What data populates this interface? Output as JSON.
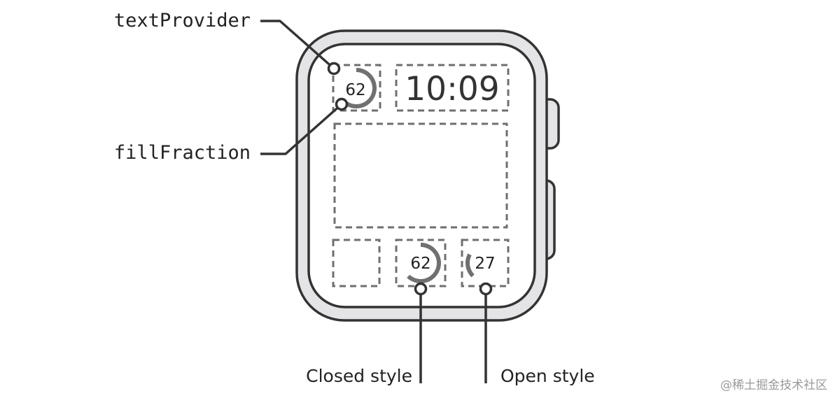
{
  "labels": {
    "text_provider": "textProvider",
    "fill_fraction": "fillFraction",
    "closed_style": "Closed style",
    "open_style": "Open style"
  },
  "watch": {
    "time": "10:09"
  },
  "gauges": {
    "top_left": {
      "value": "62",
      "style": "closed",
      "fill_fraction": 0.62
    },
    "bottom_center": {
      "value": "62",
      "style": "closed",
      "fill_fraction": 0.62
    },
    "bottom_right": {
      "value": "27",
      "style": "open",
      "fill_fraction": 0.27
    }
  },
  "watermark": "@稀土掘金技术社区",
  "colors": {
    "outline": "#333333",
    "bezel": "#e4e4e6",
    "slot_dash": "#6f6f6f",
    "gauge_arc": "#707070"
  }
}
